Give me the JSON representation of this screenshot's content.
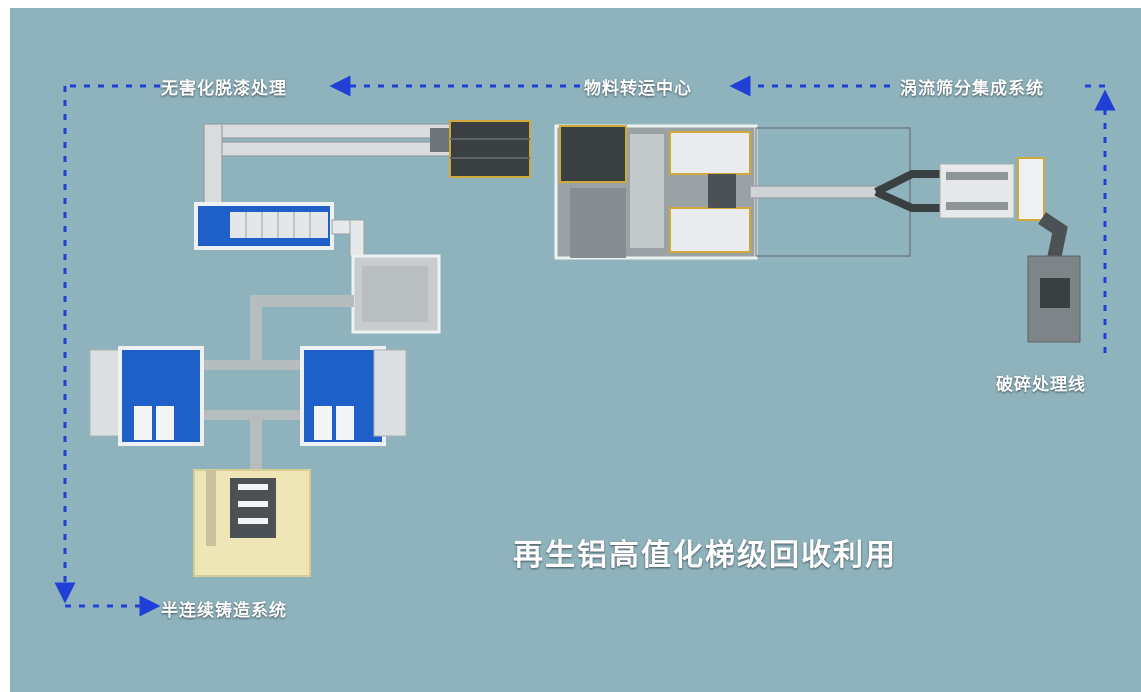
{
  "labels": {
    "coating_removal": "无害化脱漆处理",
    "transfer_center": "物料转运中心",
    "eddy_screening": "涡流筛分集成系统",
    "crushing_line": "破碎处理线",
    "casting_system": "半连续铸造系统"
  },
  "title": "再生铝高值化梯级回收利用",
  "colors": {
    "background": "#8fb3bd",
    "flow_arrow": "#1f3fd6",
    "furnace_blue": "#1f5fc8",
    "machine_gray": "#d6d9db",
    "casting_pad": "#efe6b8",
    "text": "#ffffff"
  }
}
